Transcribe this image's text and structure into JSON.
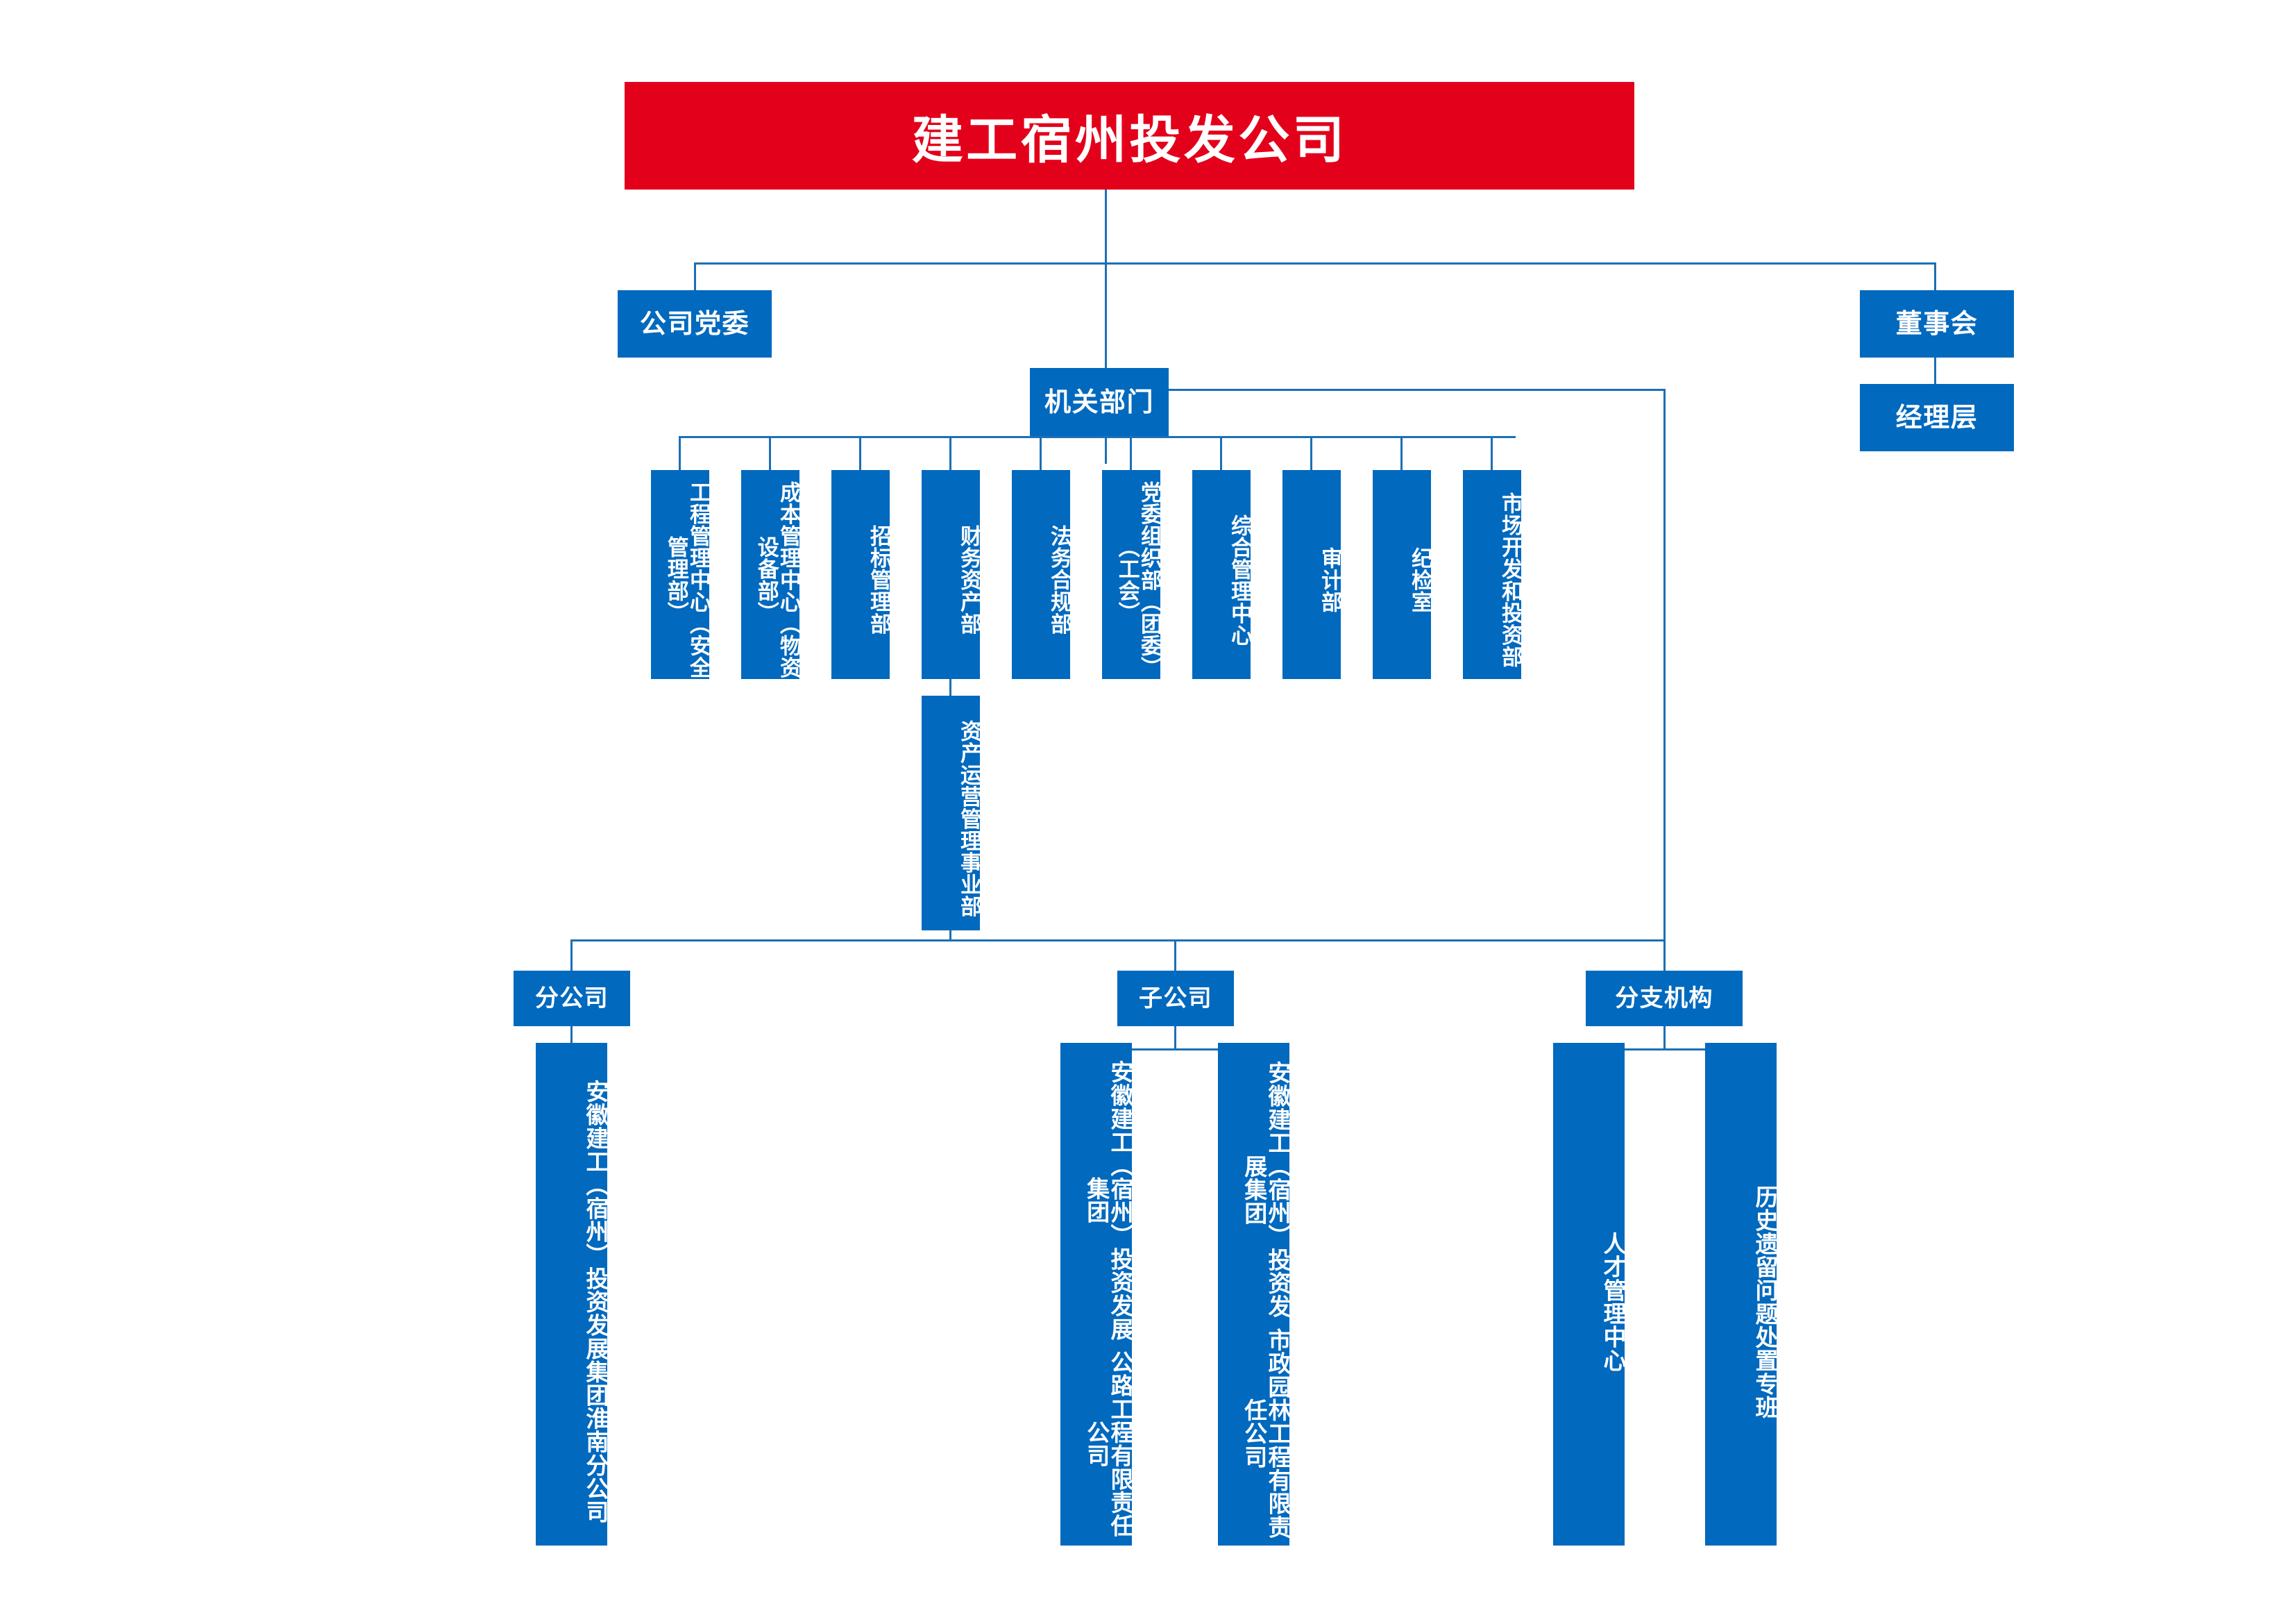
{
  "chart_title": "建工宿州投发公司",
  "colors": {
    "banner": "#e3001b",
    "node": "#0169be",
    "connector": "#1b6fb5",
    "text": "#ffffff",
    "background": "#ffffff"
  },
  "level1": {
    "party_committee": "公司党委",
    "board_of_directors": "董事会",
    "management_layer": "经理层",
    "head_office": "机关部门"
  },
  "departments": [
    {
      "label": "工程管理中心（安全管理部）"
    },
    {
      "label": "成本管理中心（物资设备部）"
    },
    {
      "label": "招标管理部"
    },
    {
      "label": "财务资产部"
    },
    {
      "label": "法务合规部"
    },
    {
      "label": "党委组织部（团委）（工会）"
    },
    {
      "label": "综合管理中心"
    },
    {
      "label": "审计部"
    },
    {
      "label": "纪检室"
    },
    {
      "label": "市场开发和投资部"
    }
  ],
  "business_unit": {
    "label": "资产运营管理事业部"
  },
  "groups": [
    {
      "label": "分公司",
      "children": [
        {
          "line_main": "安徽建工（宿州）投资发展集团",
          "line_sub": "淮南分公司"
        }
      ]
    },
    {
      "label": "子公司",
      "children": [
        {
          "line_main": "安徽建工（宿州）投资发展集团",
          "line_sub": "公路工程有限责任公司"
        },
        {
          "line_main": "安徽建工（宿州）投资发展集团",
          "line_sub": "市政园林工程有限责任公司"
        }
      ]
    },
    {
      "label": "分支机构",
      "children": [
        {
          "line_main": "人才管理中心",
          "line_sub": ""
        },
        {
          "line_main": "历史遗留问题处置专班",
          "line_sub": ""
        }
      ]
    }
  ]
}
